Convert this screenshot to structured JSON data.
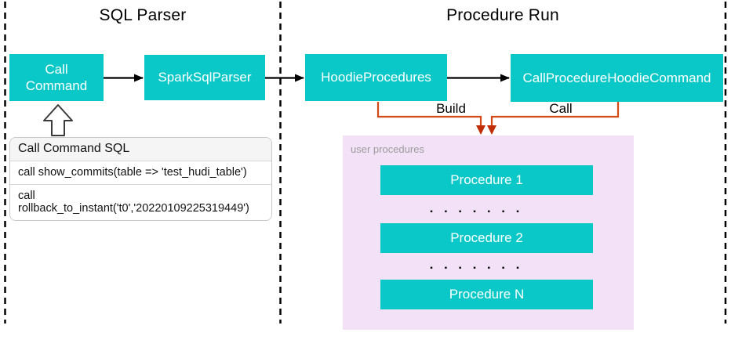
{
  "colors": {
    "node_teal": "#0bc8c8",
    "user_procedures_bg": "#f3e2f7",
    "flow_line_orange": "#d24b16",
    "flow_arrowhead_red": "#c22d09",
    "table_header_bg": "#f5f5f5",
    "secondary_label_gray": "#9b9b9b",
    "connector_black": "#000000"
  },
  "sections": {
    "sql_parser": {
      "title": "SQL Parser"
    },
    "procedure_run": {
      "title": "Procedure Run"
    }
  },
  "nodes": {
    "call_command": {
      "label": "Call Command"
    },
    "spark_sql_parser": {
      "label": "SparkSqlParser"
    },
    "hoodie_procedures": {
      "label": "HoodieProcedures"
    },
    "call_procedure_hoodie_command": {
      "label": "CallProcedureHoodieCommand"
    }
  },
  "flow_labels": {
    "build": "Build",
    "call": "Call"
  },
  "sql_table": {
    "header": "Call Command SQL",
    "rows": [
      "call show_commits(table => 'test_hudi_table')",
      "call rollback_to_instant('t0','20220109225319449')"
    ]
  },
  "user_procedures": {
    "label": "user procedures",
    "items": [
      "Procedure 1",
      "Procedure 2",
      "Procedure N"
    ],
    "separator_dots": "▪ ▪ ▪ ▪ ▪ ▪ ▪"
  }
}
